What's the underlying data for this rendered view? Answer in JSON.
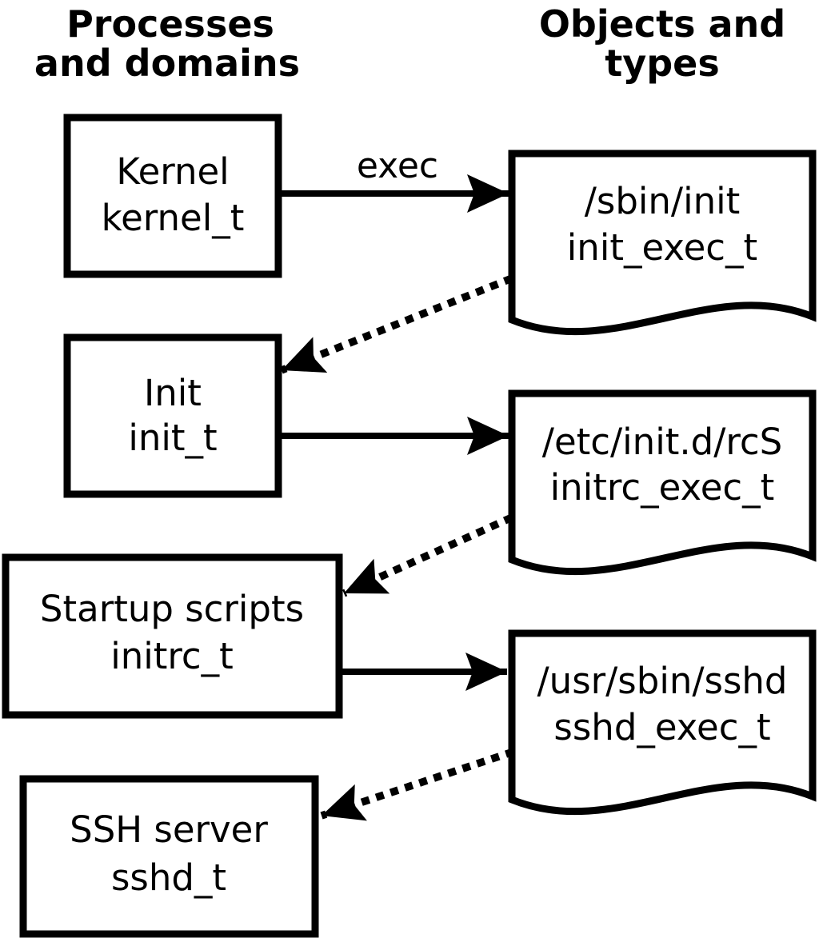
{
  "diagram": {
    "title_columns": {
      "left": [
        "Processes",
        "and domains"
      ],
      "right": [
        "Objects and",
        "types"
      ]
    },
    "processes": [
      {
        "label": "Kernel",
        "type": "kernel_t"
      },
      {
        "label": "Init",
        "type": "init_t"
      },
      {
        "label": "Startup scripts",
        "type": "initrc_t"
      },
      {
        "label": "SSH server",
        "type": "sshd_t"
      }
    ],
    "objects": [
      {
        "path": "/sbin/init",
        "type": "init_exec_t"
      },
      {
        "path": "/etc/init.d/rcS",
        "type": "initrc_exec_t"
      },
      {
        "path": "/usr/sbin/sshd",
        "type": "sshd_exec_t"
      }
    ],
    "labels": {
      "exec": "exec"
    },
    "colors": {
      "ink": "#000000",
      "paper": "#ffffff"
    }
  }
}
